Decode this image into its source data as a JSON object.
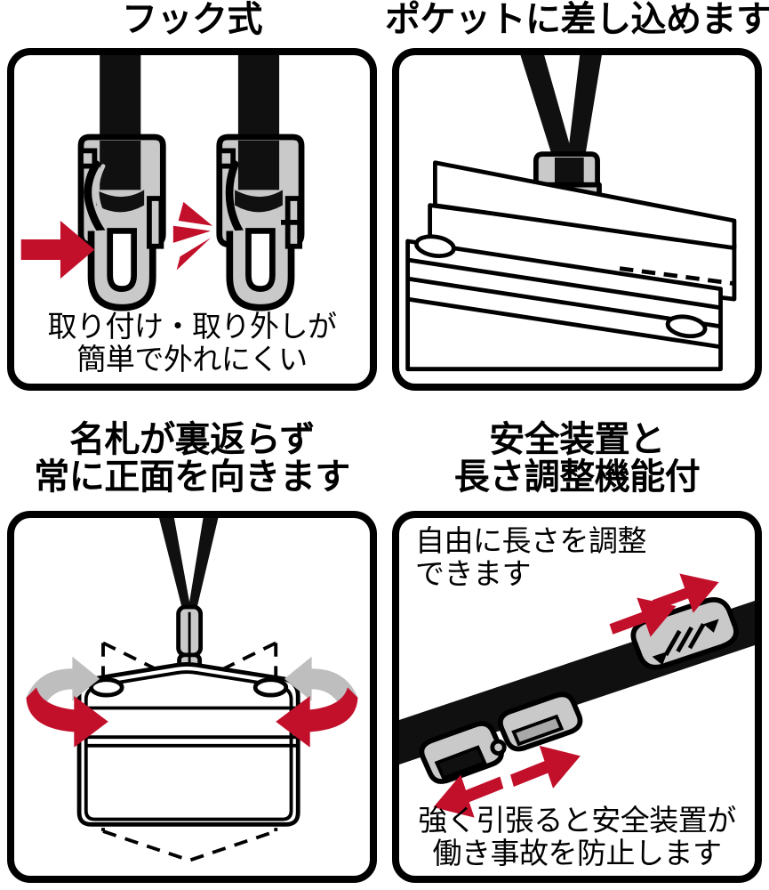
{
  "document": {
    "type": "product-feature-illustration-sheet",
    "language": "ja",
    "background_color": "#ffffff"
  },
  "colors": {
    "outline": "#000000",
    "accent_red": "#C2102B",
    "arrow_gray": "#BEBEBE",
    "plastic_gray": "#C9C9C9",
    "plastic_gray_dark": "#A8A8A8",
    "strap_black": "#101010"
  },
  "panels": [
    {
      "id": "hook-type",
      "position": "top-left",
      "heading": {
        "lines": [
          "フック式"
        ]
      },
      "caption": {
        "lines": [
          "取り付け・取り外しが",
          "簡単で外れにくい"
        ]
      },
      "artwork": {
        "name": "hook-clip-open-and-closed",
        "elements": [
          {
            "name": "lanyard-strap-left",
            "color": "#101010"
          },
          {
            "name": "hook-clip-open",
            "color": "#C9C9C9"
          },
          {
            "name": "red-arrow-push",
            "color": "#C2102B",
            "direction": "right"
          },
          {
            "name": "lanyard-strap-right",
            "color": "#101010"
          },
          {
            "name": "hook-clip-closed",
            "color": "#C9C9C9"
          },
          {
            "name": "click-burst-marks",
            "color": "#C2102B",
            "count": 3
          }
        ]
      }
    },
    {
      "id": "insert-into-pocket",
      "position": "top-right",
      "heading": {
        "lines": [
          "ポケットに差し込めます"
        ]
      },
      "caption": {
        "lines": []
      },
      "artwork": {
        "name": "card-holder-pocket-with-hook",
        "elements": [
          {
            "name": "lanyard-strap-v",
            "color": "#101010"
          },
          {
            "name": "hook-clip",
            "color": "#C9C9C9"
          },
          {
            "name": "card-holder-pocket",
            "color": "#ffffff"
          },
          {
            "name": "pocket-slot-oval-left",
            "color": "#ffffff"
          },
          {
            "name": "pocket-slot-oval-right",
            "color": "#ffffff"
          },
          {
            "name": "dashed-seam-line",
            "color": "#000000"
          }
        ]
      }
    },
    {
      "id": "badge-stays-front-facing",
      "position": "bottom-left",
      "heading": {
        "lines": [
          "名札が裏返らず",
          "常に正面を向きます"
        ]
      },
      "caption": {
        "lines": []
      },
      "artwork": {
        "name": "badge-holder-anti-flip",
        "elements": [
          {
            "name": "lanyard-strap-v",
            "color": "#101010"
          },
          {
            "name": "swivel-connector",
            "color": "#C9C9C9"
          },
          {
            "name": "badge-holder-card-case",
            "color": "#ffffff"
          },
          {
            "name": "rotation-arrow-gray-left",
            "color": "#BEBEBE"
          },
          {
            "name": "rotation-arrow-red-left",
            "color": "#C2102B"
          },
          {
            "name": "rotation-arrow-gray-right",
            "color": "#BEBEBE"
          },
          {
            "name": "rotation-arrow-red-right",
            "color": "#C2102B"
          },
          {
            "name": "dashed-flip-outline",
            "color": "#000000"
          }
        ]
      }
    },
    {
      "id": "safety-release-and-length-adjust",
      "position": "bottom-right",
      "heading": {
        "lines": [
          "安全装置と",
          "長さ調整機能付"
        ]
      },
      "caption_top": {
        "lines": [
          "自由に長さを調整",
          "できます"
        ]
      },
      "caption_bottom": {
        "lines": [
          "強く引張ると安全装置が",
          "働き事故を防止します"
        ]
      },
      "artwork": {
        "name": "lanyard-safety-buckle-and-slider",
        "elements": [
          {
            "name": "lanyard-strap-diagonal",
            "color": "#101010"
          },
          {
            "name": "length-adjuster-slider",
            "color": "#C9C9C9"
          },
          {
            "name": "safety-release-buckle",
            "color": "#C9C9C9"
          },
          {
            "name": "red-double-arrow-slider",
            "color": "#C2102B"
          },
          {
            "name": "red-double-arrow-buckle",
            "color": "#C2102B"
          }
        ]
      }
    }
  ]
}
